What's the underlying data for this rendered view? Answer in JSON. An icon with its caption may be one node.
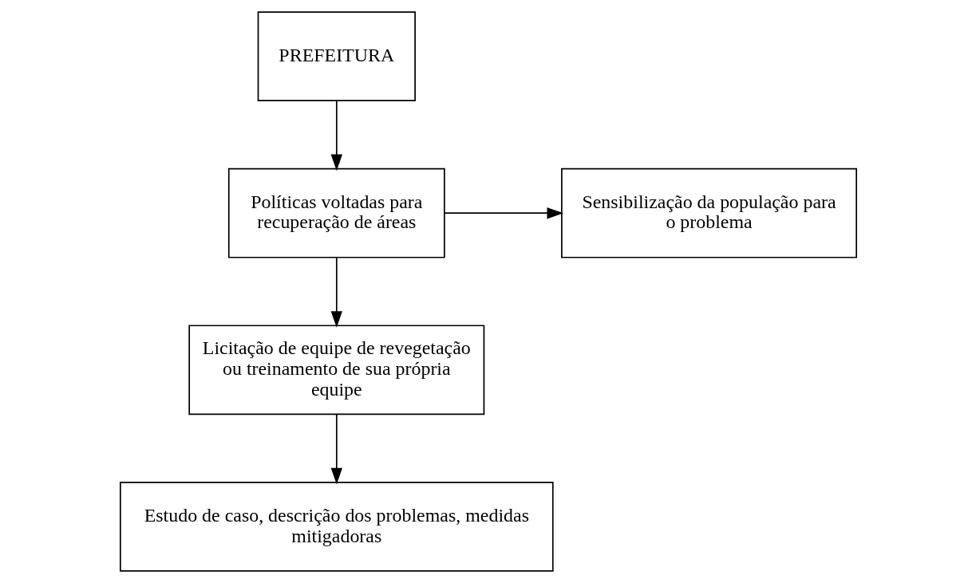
{
  "diagram": {
    "nodes": [
      {
        "text": [
          "PREFEITURA"
        ]
      },
      {
        "text": [
          "Políticas voltadas para recuperação de áreas"
        ]
      },
      {
        "text": [
          "Sensibilização da população para o problema"
        ]
      },
      {
        "text": [
          "Licitação de equipe de revegetação ou treinamento de sua própria equipe"
        ]
      },
      {
        "text": [
          "Estudo de caso, descrição dos problemas, medidas mitigadoras"
        ]
      }
    ],
    "edges": [
      {
        "from": 0,
        "to": 1,
        "arrow": "to"
      },
      {
        "from": 1,
        "to": 2,
        "arrow": "to"
      },
      {
        "from": 1,
        "to": 3,
        "arrow": "to"
      },
      {
        "from": 3,
        "to": 4,
        "arrow": "to"
      }
    ]
  }
}
